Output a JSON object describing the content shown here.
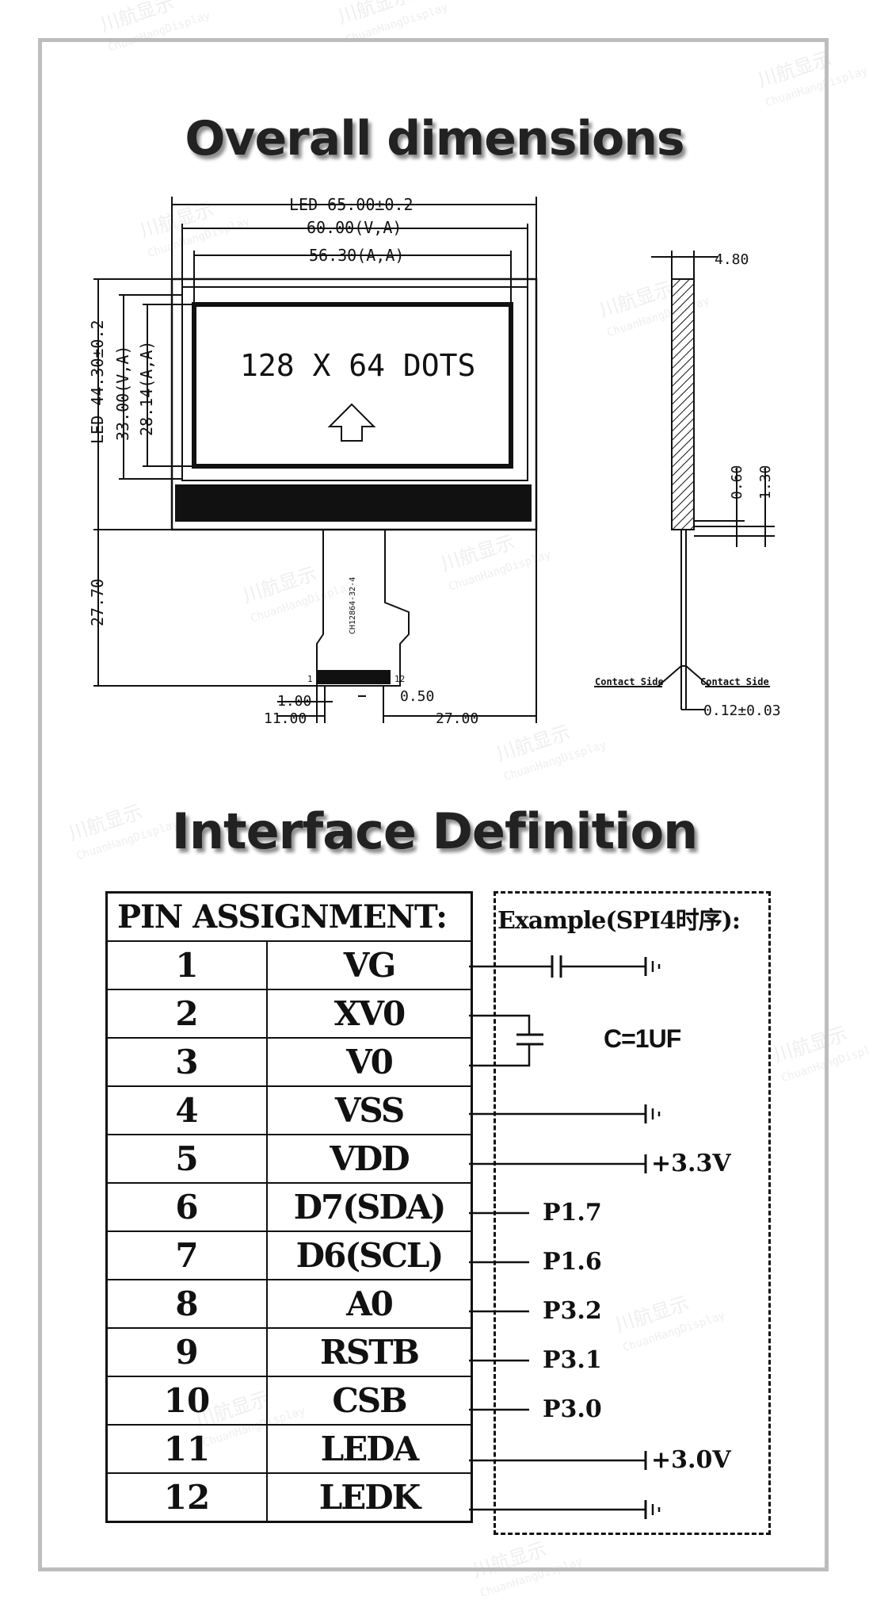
{
  "headings": {
    "dimensions": "Overall dimensions",
    "interface": "Interface Definition"
  },
  "drawing": {
    "dots_label": "128 X 64 DOTS",
    "led_width": "LED 65.00±0.2",
    "va_width": "60.00(V,A)",
    "aa_width": "56.30(A,A)",
    "led_height": "LED 44.30±0.2",
    "va_height": "33.00(V,A)",
    "aa_height": "28.14(A,A)",
    "tail_length": "27.70",
    "pitch": "1.00",
    "pin_span": "11.00",
    "pin_width": "0.50",
    "tail_offset": "27.00",
    "fpc_code": "CH12864-32-4",
    "fpc_pin_first": "1",
    "fpc_pin_last": "12",
    "thickness": "4.80",
    "dim_060": "0.60",
    "dim_130": "1.30",
    "contact_left": "Contact Side",
    "contact_right": "Contact Side",
    "fpc_thickness": "0.12±0.03"
  },
  "pin_table": {
    "header": "PIN ASSIGNMENT:",
    "rows": [
      {
        "num": "1",
        "name": "VG"
      },
      {
        "num": "2",
        "name": "XV0"
      },
      {
        "num": "3",
        "name": "V0"
      },
      {
        "num": "4",
        "name": "VSS"
      },
      {
        "num": "5",
        "name": "VDD"
      },
      {
        "num": "6",
        "name": "D7(SDA)"
      },
      {
        "num": "7",
        "name": "D6(SCL)"
      },
      {
        "num": "8",
        "name": "A0"
      },
      {
        "num": "9",
        "name": "RSTB"
      },
      {
        "num": "10",
        "name": "CSB"
      },
      {
        "num": "11",
        "name": "LEDA"
      },
      {
        "num": "12",
        "name": "LEDK"
      }
    ]
  },
  "example": {
    "title": "Example(SPI4时序):",
    "capacitor": "C=1UF",
    "vdd": "+3.3V",
    "sda": "P1.7",
    "scl": "P1.6",
    "a0": "P3.2",
    "rstb": "P3.1",
    "csb": "P3.0",
    "leda": "+3.0V"
  },
  "watermark": {
    "cn": "川航显示",
    "en": "ChuanHangDisplay"
  }
}
